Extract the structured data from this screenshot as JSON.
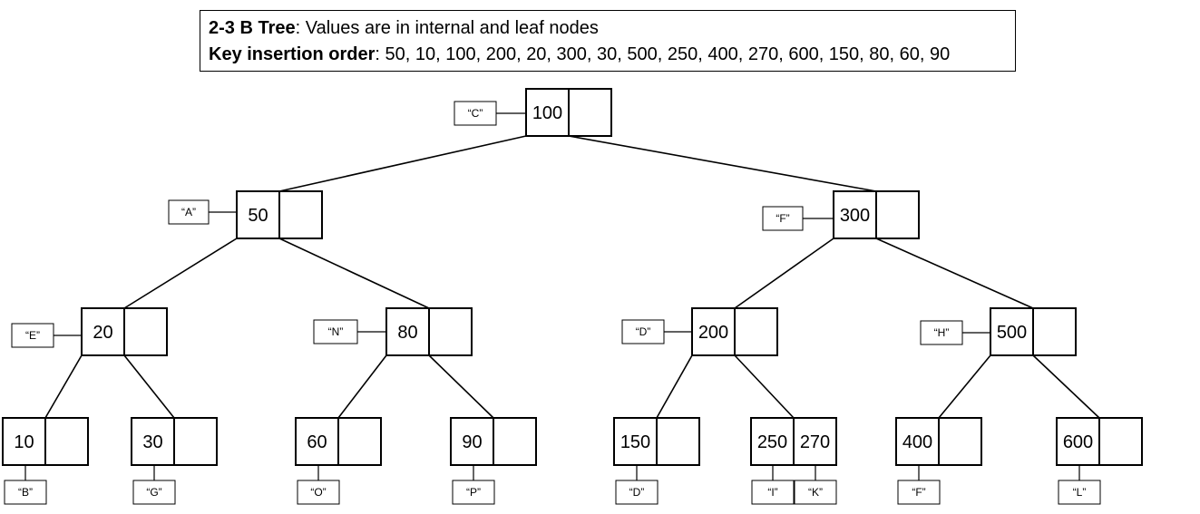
{
  "header": {
    "line1_bold": "2-3 B  Tree",
    "line1_rest": ": Values are in internal and leaf nodes",
    "line2_bold": "Key insertion order",
    "line2_rest": ": 50, 10, 100, 200, 20, 300, 30, 500, 250, 400, 270, 600, 150, 80, 60, 90"
  },
  "tree": {
    "nodes": [
      {
        "id": "n100",
        "keys": [
          "100",
          ""
        ],
        "label": "“C”"
      },
      {
        "id": "n50",
        "keys": [
          "50",
          ""
        ],
        "label": "“A”"
      },
      {
        "id": "n300",
        "keys": [
          "300",
          ""
        ],
        "label": "“F”"
      },
      {
        "id": "n20",
        "keys": [
          "20",
          ""
        ],
        "label": "“E”"
      },
      {
        "id": "n80",
        "keys": [
          "80",
          ""
        ],
        "label": "“N”"
      },
      {
        "id": "n200",
        "keys": [
          "200",
          ""
        ],
        "label": "“D”"
      },
      {
        "id": "n500",
        "keys": [
          "500",
          ""
        ],
        "label": "“H”"
      },
      {
        "id": "n10",
        "keys": [
          "10",
          ""
        ],
        "label": "“B”"
      },
      {
        "id": "n30",
        "keys": [
          "30",
          ""
        ],
        "label": "“G”"
      },
      {
        "id": "n60",
        "keys": [
          "60",
          ""
        ],
        "label": "“O”"
      },
      {
        "id": "n90",
        "keys": [
          "90",
          ""
        ],
        "label": "“P”"
      },
      {
        "id": "n150",
        "keys": [
          "150",
          ""
        ],
        "label": "“D”"
      },
      {
        "id": "n250",
        "keys": [
          "250",
          "270"
        ],
        "labels": [
          "“I”",
          "“K”"
        ]
      },
      {
        "id": "n400",
        "keys": [
          "400",
          ""
        ],
        "label": "“F”"
      },
      {
        "id": "n600",
        "keys": [
          "600",
          ""
        ],
        "label": "“L”"
      }
    ],
    "edges": [
      [
        "n100",
        "n50"
      ],
      [
        "n100",
        "n300"
      ],
      [
        "n50",
        "n20"
      ],
      [
        "n50",
        "n80"
      ],
      [
        "n300",
        "n200"
      ],
      [
        "n300",
        "n500"
      ],
      [
        "n20",
        "n10"
      ],
      [
        "n20",
        "n30"
      ],
      [
        "n80",
        "n60"
      ],
      [
        "n80",
        "n90"
      ],
      [
        "n200",
        "n150"
      ],
      [
        "n200",
        "n250"
      ],
      [
        "n500",
        "n400"
      ],
      [
        "n500",
        "n600"
      ]
    ]
  }
}
